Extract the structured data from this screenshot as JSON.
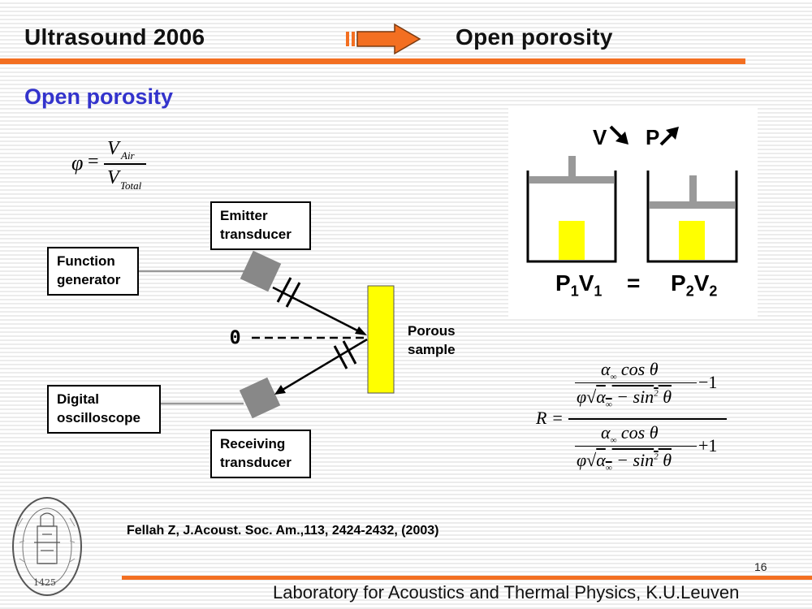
{
  "header": {
    "left_title": "Ultrasound 2006",
    "right_title": "Open porosity"
  },
  "slide": {
    "title": "Open porosity",
    "formula": {
      "phi": "φ",
      "eq": "=",
      "v": "V",
      "num_sub": "Air",
      "den_sub": "Total"
    },
    "diagram": {
      "function_generator": [
        "Function",
        "generator"
      ],
      "emitter": [
        "Emitter",
        "transducer"
      ],
      "oscilloscope": [
        "Digital",
        "oscilloscope"
      ],
      "receiver": [
        "Receiving",
        "transducer"
      ],
      "sample": [
        "Porous",
        "sample"
      ],
      "theta": "Θ"
    },
    "gas_law": {
      "v_label": "V",
      "p_label": "P",
      "left": "P1V1",
      "equals": "=",
      "right": "P2V2"
    },
    "reflection_formula": {
      "lhs": "R =",
      "minus_one": "−1",
      "plus_one": "+1"
    },
    "reference": "Fellah Z, J.Acoust. Soc. Am.,113, 2424-2432, (2003)",
    "page_number": "16",
    "logo_year": "1425"
  },
  "footer": {
    "text": "Laboratory for Acoustics and Thermal Physics, K.U.Leuven"
  },
  "colors": {
    "accent": "#f36f21",
    "title_blue": "#3333cc",
    "sample_yellow": "#ffff00",
    "transducer_gray": "#888888"
  }
}
